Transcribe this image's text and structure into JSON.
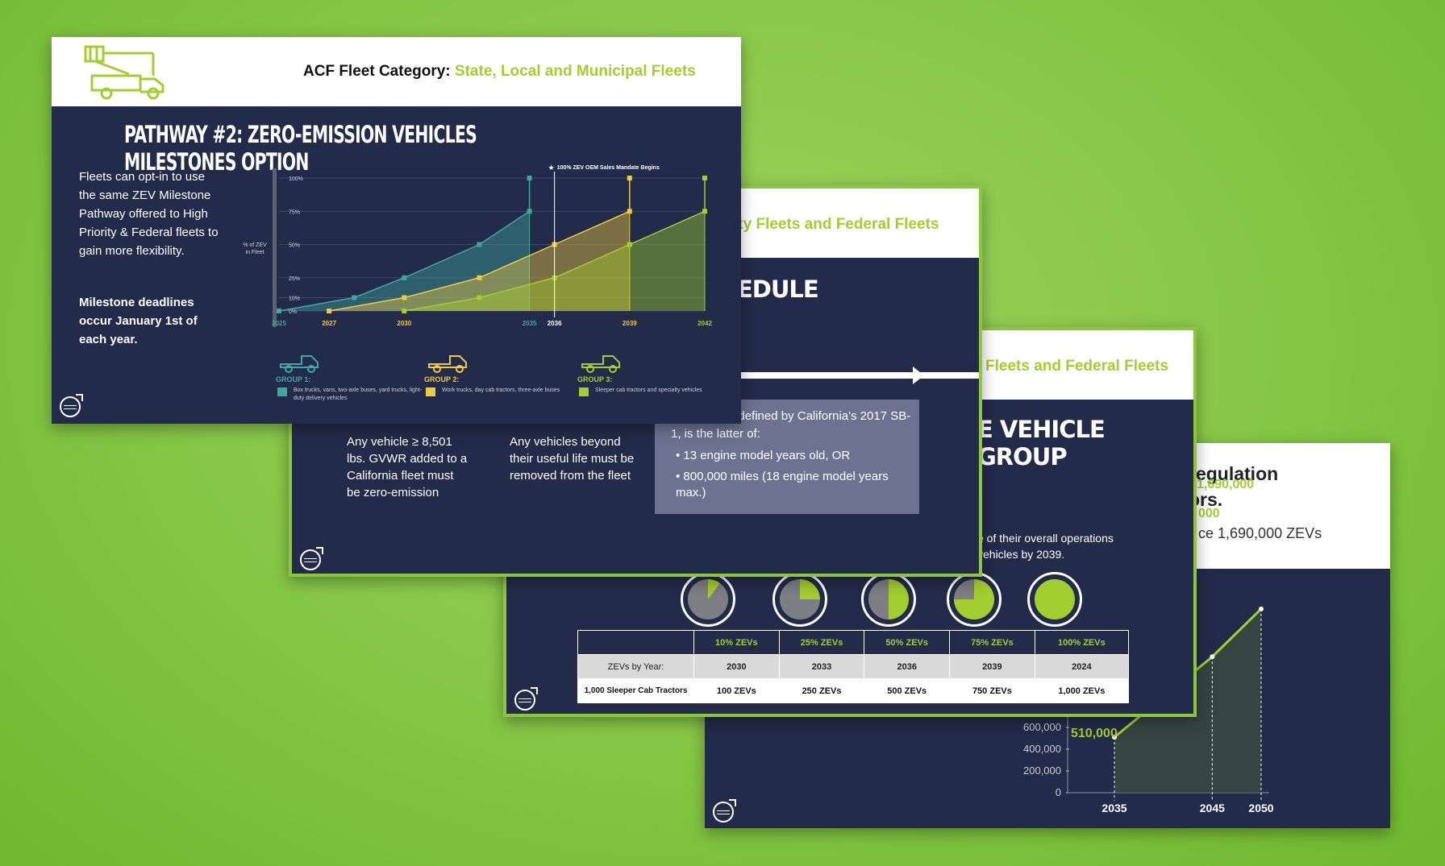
{
  "slide1": {
    "header_label": "ACF Fleet Category:",
    "header_category": "State, Local and Municipal Fleets",
    "title": "PATHWAY #2: ZERO-EMISSION VEHICLES MILESTONES OPTION",
    "body": "Fleets can opt-in to use the same ZEV Milestone Pathway offered to High Priority & Federal fleets to gain more flexibility.",
    "bold_note": "Milestone deadlines occur January 1st of each year.",
    "chart_data": {
      "type": "area",
      "ylabel": "% of ZEV in Fleet",
      "y_ticks": [
        "100%",
        "75%",
        "50%",
        "25%",
        "10%",
        "0%"
      ],
      "x_ticks": [
        "2025",
        "2027",
        "2030",
        "2035",
        "2036",
        "2039",
        "2042"
      ],
      "annotation": "100% ZEV OEM Sales Mandate Begins",
      "series": [
        {
          "name": "GROUP 1:",
          "color": "#3ea7a0",
          "x": [
            2025,
            2028,
            2030,
            2033,
            2035
          ],
          "y": [
            0,
            10,
            25,
            50,
            75,
            100
          ]
        },
        {
          "name": "GROUP 2:",
          "color": "#f2cb3d",
          "x": [
            2027,
            2030,
            2033,
            2036,
            2039
          ],
          "y": [
            0,
            10,
            25,
            50,
            75,
            100
          ]
        },
        {
          "name": "GROUP 3:",
          "color": "#a4cd2f",
          "x": [
            2030,
            2033,
            2036,
            2039,
            2042
          ],
          "y": [
            0,
            10,
            25,
            50,
            75,
            100
          ]
        }
      ]
    },
    "legend": [
      {
        "group": "GROUP 1:",
        "desc": "Box trucks, vans, two-axle buses, yard trucks, light-duty delivery vehicles",
        "color": "#3ea7a0"
      },
      {
        "group": "GROUP 2:",
        "desc": "Work trucks, day cab tractors, three-axle buses",
        "color": "#f2cb3d"
      },
      {
        "group": "GROUP 3:",
        "desc": "Sleeper cab tractors and specialty vehicles",
        "color": "#a4cd2f"
      }
    ]
  },
  "slide2": {
    "header_fragment": "ity Fleets and Federal Fleets",
    "title_fragment": "EDULE",
    "col1": "Any vehicle ≥ 8,501 lbs. GVWR added to a California fleet must be zero-emission",
    "col2": "Any vehicles beyond their useful life must be removed from the fleet",
    "box_intro": "seful life, as defined by California's 2017 SB-1, is the latter of:",
    "box_bullets": [
      "13 engine model years old, OR",
      "800,000 miles (18 engine model years max.)"
    ]
  },
  "slide3": {
    "header_fragment": "Fleets and Federal Fleets",
    "title_fragment": "E VEHICLE GROUP",
    "body_line1": "e of their overall operations",
    "body_line2": "vehicles by 2039.",
    "pies": [
      10,
      25,
      50,
      75,
      100
    ],
    "table": {
      "headers": [
        "",
        "10% ZEVs",
        "25% ZEVs",
        "50% ZEVs",
        "75% ZEVs",
        "100% ZEVs"
      ],
      "rows": [
        [
          "ZEVs by Year:",
          "2030",
          "2033",
          "2036",
          "2039",
          "2024"
        ],
        [
          "1,000 Sleeper Cab Tractors",
          "100 ZEVs",
          "250 ZEVs",
          "500 ZEVs",
          "750 ZEVs",
          "1,000 ZEVs"
        ]
      ]
    }
  },
  "slide4": {
    "title_line1": "regulation",
    "title_line2": "ors.",
    "sub": "ce 1,690,000 ZEVs",
    "chart_data": {
      "type": "area",
      "x": [
        2035,
        2045,
        2050
      ],
      "y": [
        510000,
        1250000,
        1690000
      ],
      "y_ticks": [
        "600,000",
        "400,000",
        "200,000",
        "0"
      ],
      "x_ticks": [
        "2035",
        "2045",
        "2050"
      ],
      "labels": [
        "1,690,000",
        "000",
        "510,000"
      ]
    }
  }
}
